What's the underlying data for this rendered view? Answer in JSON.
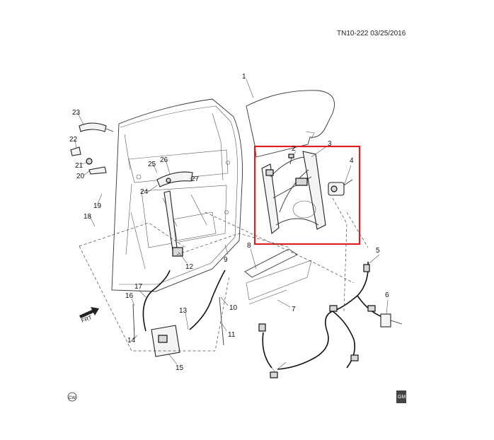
{
  "header": {
    "doc_id": "TN10-222  03/25/2016"
  },
  "callouts": [
    "1",
    "2",
    "3",
    "4",
    "5",
    "6",
    "7",
    "8",
    "9",
    "10",
    "11",
    "12",
    "13",
    "14",
    "15",
    "16",
    "17",
    "18",
    "19",
    "20",
    "21",
    "22",
    "23",
    "24",
    "25",
    "26",
    "27"
  ],
  "front_label": "FRT",
  "cw_label": "CW",
  "logo_text": "GM",
  "highlight_color": "#e02020"
}
